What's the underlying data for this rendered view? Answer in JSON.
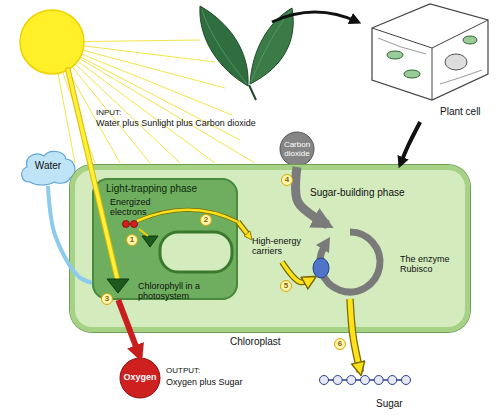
{
  "diagram": {
    "nodes": [
      {
        "text": [
          "Plant cell"
        ]
      },
      {
        "text": [
          "Carbon dioxide"
        ]
      },
      {
        "text": [
          "Water"
        ]
      },
      {
        "text": [
          "Chloroplast"
        ]
      },
      {
        "text": [
          "Light-trapping phase"
        ],
        "in": 3
      },
      {
        "text": [
          "Sugar-building phase"
        ],
        "in": 3
      },
      {
        "text": [
          "Oxygen"
        ]
      },
      {
        "text": [
          "Sugar"
        ]
      }
    ],
    "edges": [
      {
        "from": 0,
        "to": 3,
        "arrow": "to"
      },
      {
        "from": 1,
        "to": 5,
        "arrow": "to"
      },
      {
        "from": 2,
        "to": 4,
        "arrow": "none"
      },
      {
        "from": 4,
        "to": 6,
        "arrow": "to"
      },
      {
        "from": 4,
        "to": 5,
        "arrow": "to"
      },
      {
        "from": 5,
        "to": 7,
        "arrow": "to"
      }
    ],
    "labels": [
      "INPUT:",
      "Water plus Sunlight plus Carbon dioxide",
      "4",
      "Energized electrons",
      "2",
      "1",
      "High-energy carriers",
      "5",
      "The enzyme Rubisco",
      "Chlorophyll in a photosystem",
      "3",
      "6",
      "OUTPUT:",
      "Oxygen plus Sugar"
    ]
  }
}
